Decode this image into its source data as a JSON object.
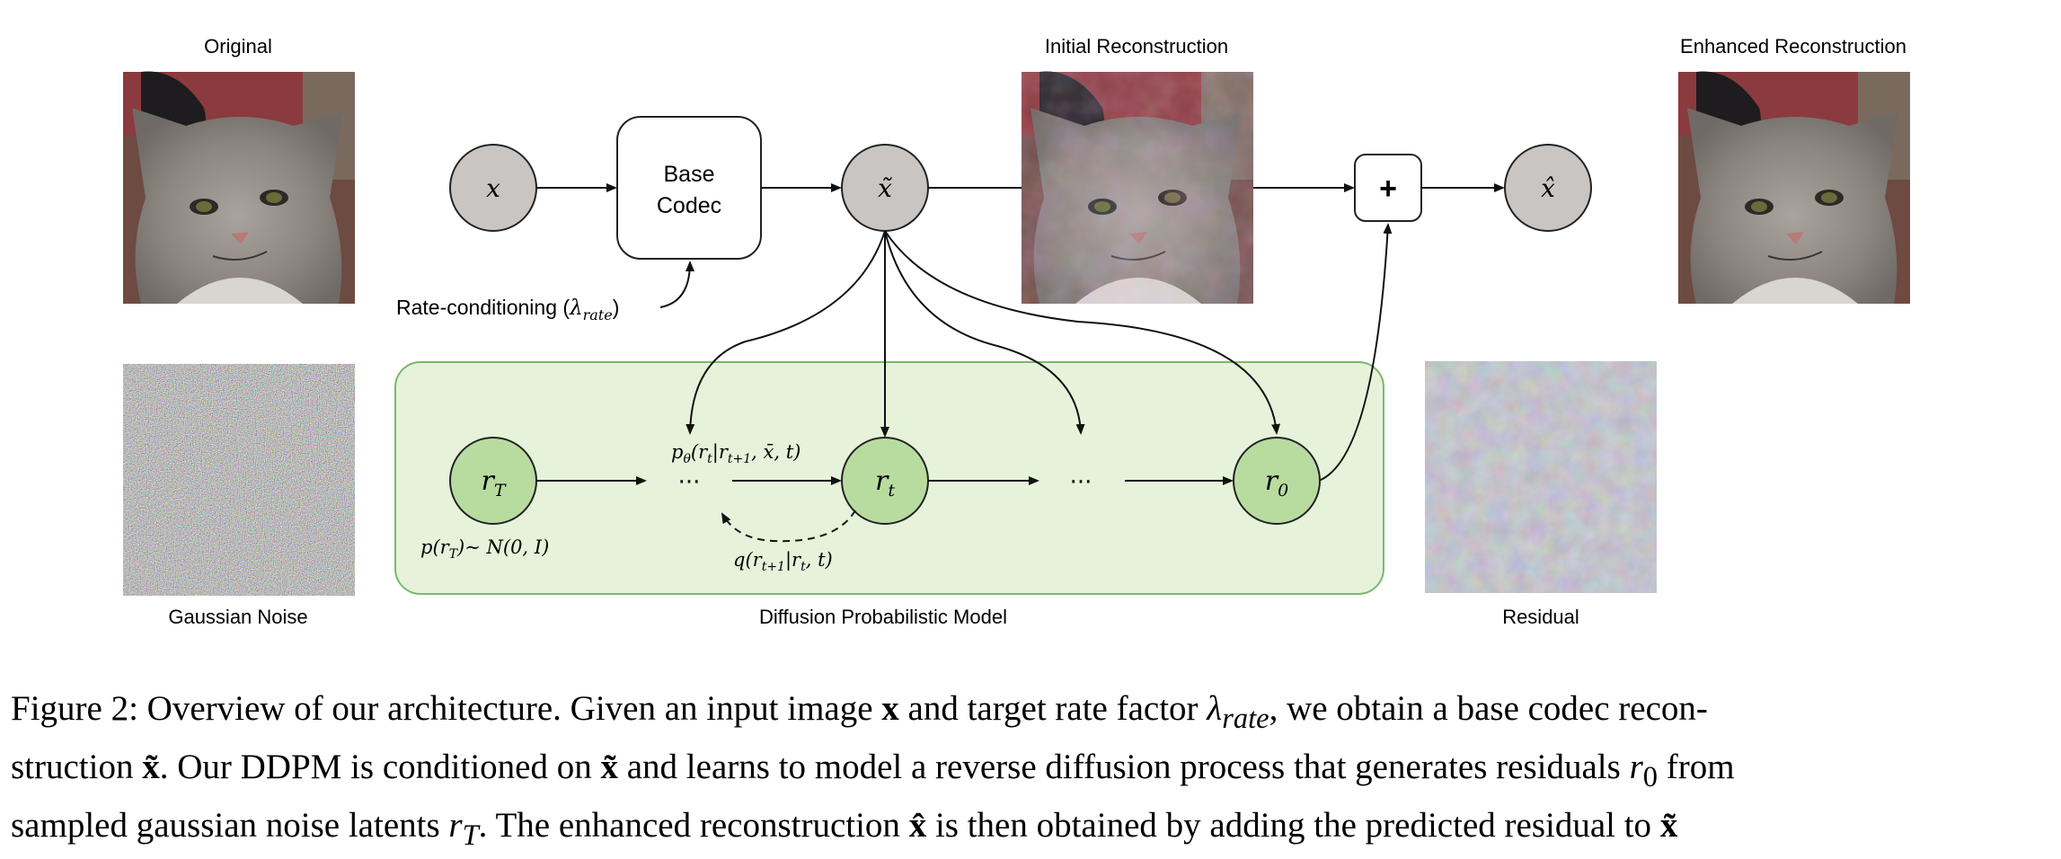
{
  "labels": {
    "original": "Original",
    "initial_reconstruction": "Initial Reconstruction",
    "enhanced_reconstruction": "Enhanced Reconstruction",
    "gaussian_noise": "Gaussian Noise",
    "diffusion_model": "Diffusion Probabilistic Model",
    "residual": "Residual"
  },
  "nodes": {
    "x": "x",
    "x_tilde": "x̃",
    "x_hat": "x̂",
    "base_codec_line1": "Base",
    "base_codec_line2": "Codec",
    "plus": "+",
    "r_T": "r",
    "r_T_sub": "T",
    "r_t": "r",
    "r_t_sub": "t",
    "r_0": "r",
    "r_0_sub": "0",
    "ellipsis": "···"
  },
  "annotations": {
    "rate_conditioning_prefix": "Rate-conditioning (",
    "rate_lambda": "λ",
    "rate_sub": "rate",
    "rate_suffix": ")",
    "p_theta": "p",
    "p_theta_sub": "θ",
    "p_theta_args": "(r",
    "p_theta_args_sub": "t",
    "p_theta_rest": "|r",
    "p_theta_rest_sub": "t+1",
    "p_theta_tail": ", x̄, t)",
    "prior": "p(r",
    "prior_sub": "T",
    "prior_tail": ")∼ N(0, I)",
    "q": "q(r",
    "q_sub": "t+1",
    "q_tail": "|r",
    "q_tail_sub": "t",
    "q_end": ", t)"
  },
  "caption": {
    "line1_a": "Figure 2: Overview of our architecture. Given an input image ",
    "line1_x": "x",
    "line1_b": " and target rate factor ",
    "line1_lambda": "λ",
    "line1_lambda_sub": "rate",
    "line1_c": ", we obtain a base codec recon-",
    "line2_a": "struction ",
    "line2_xt": "x̃",
    "line2_b": ". Our DDPM is conditioned on ",
    "line2_xt2": "x̃",
    "line2_c": " and learns to model a reverse diffusion process that generates residuals ",
    "line2_r": "r",
    "line2_r_sub": "0",
    "line2_d": " from",
    "line3_a": "sampled gaussian noise latents ",
    "line3_r": "r",
    "line3_r_sub": "T",
    "line3_b": ". The enhanced reconstruction ",
    "line3_xh": "x̂",
    "line3_c": " is then obtained by adding the predicted residual to ",
    "line3_xt": "x̃"
  },
  "colors": {
    "grey_node": "#c8c5c3",
    "green_node": "#b8dca0",
    "green_box_fill": "#e6f2da",
    "green_box_stroke": "#7cb86a",
    "cat_photo_tone": "#8a8580",
    "noise_tone": "#8f8a8e",
    "residual_tone": "#8e8b92"
  }
}
